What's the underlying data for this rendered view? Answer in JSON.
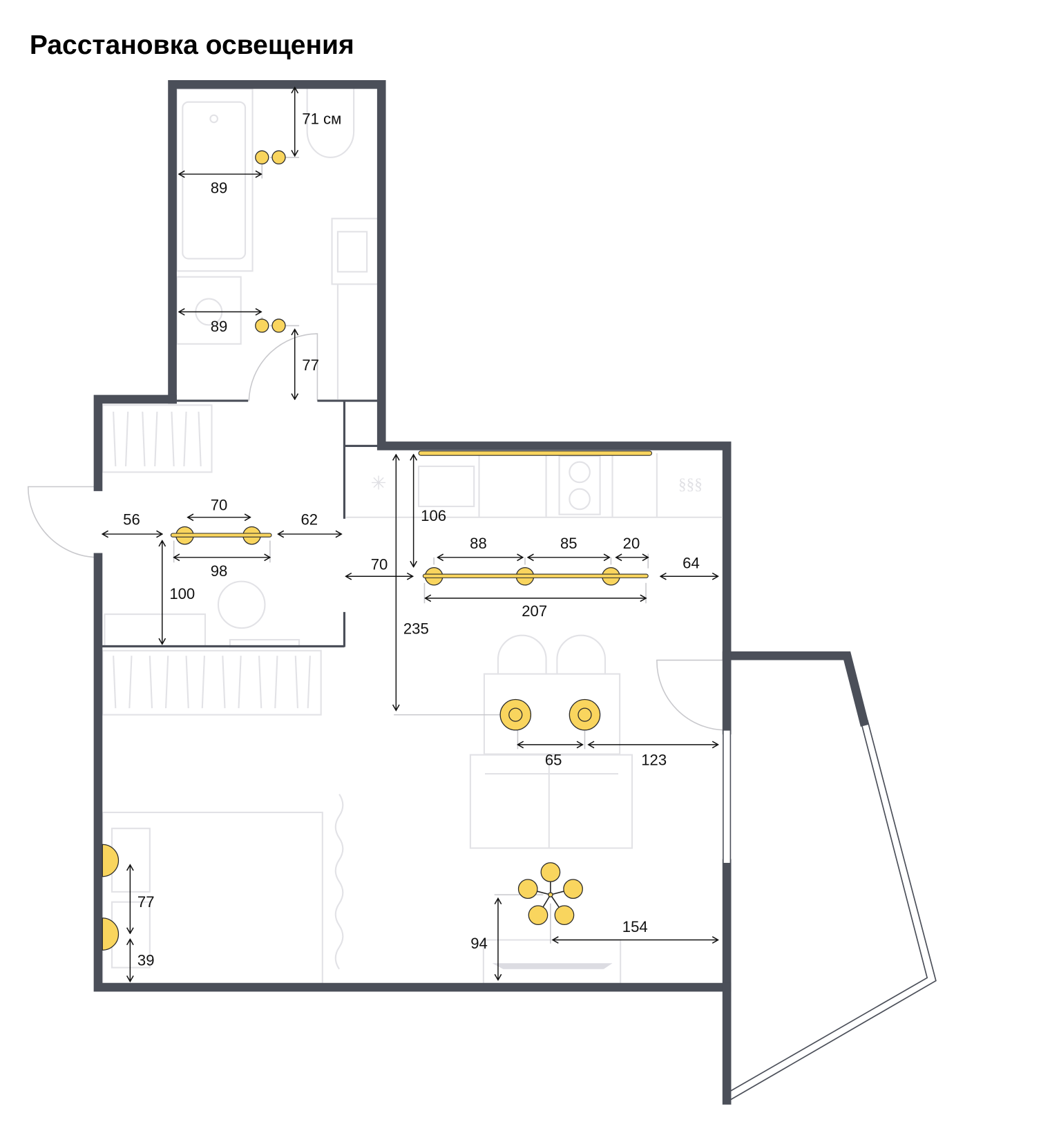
{
  "title": "Расстановка освещения",
  "colors": {
    "wall": "#4b4f59",
    "light": "#f9d55e",
    "furniture": "#e2e2e6"
  },
  "dimensions": [
    "71 см",
    "89",
    "89",
    "77",
    "70",
    "56",
    "62",
    "98",
    "100",
    "106",
    "70",
    "235",
    "88",
    "85",
    "20",
    "64",
    "207",
    "65",
    "123",
    "77",
    "39",
    "154",
    "94"
  ]
}
